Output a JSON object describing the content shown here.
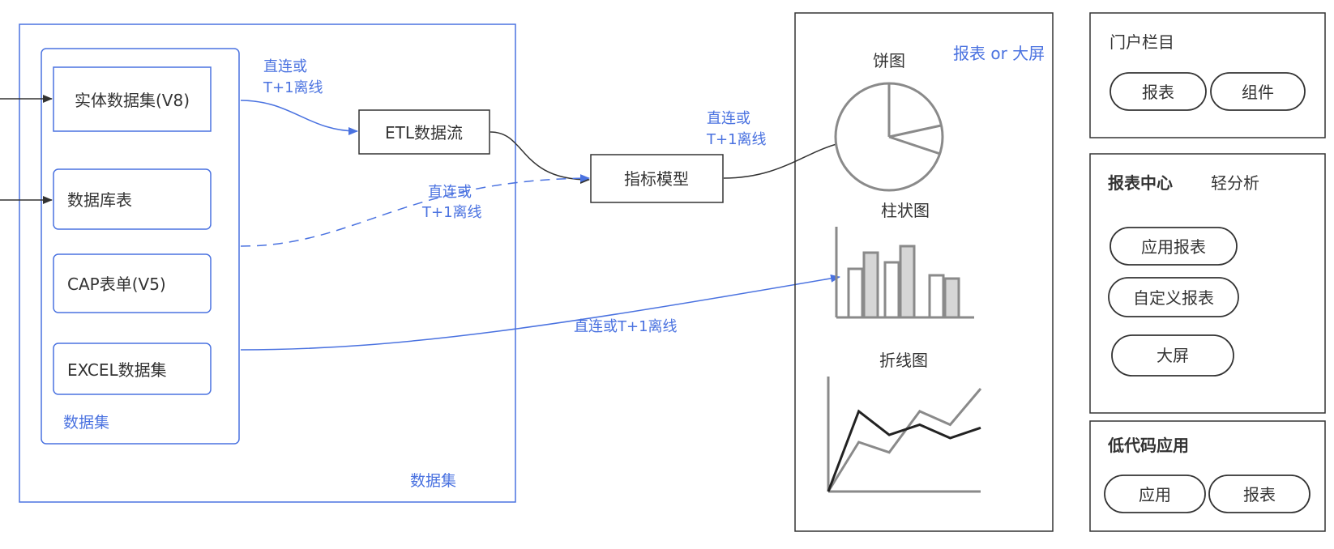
{
  "colors": {
    "accent": "#4a72e0",
    "stroke": "#333333",
    "grey": "#8a8a8a",
    "bar_fill": "#d6d6d6"
  },
  "source_group": {
    "outer_label": "数据集",
    "inner_label": "数据集",
    "items": [
      "实体数据集(V8)",
      "数据库表",
      "CAP表单(V5)",
      "EXCEL数据集"
    ]
  },
  "etl_box": "ETL数据流",
  "metric_model": "指标模型",
  "edge_labels": {
    "entity_to_etl": [
      "直连或",
      "T+1离线"
    ],
    "etl_to_model": [
      "直连或",
      "T+1离线"
    ],
    "db_to_model": [
      "直连或",
      "T+1离线"
    ],
    "excel_to_chart": "直连或T+1离线"
  },
  "report_panel": {
    "title": "报表 or 大屏",
    "pie_label": "饼图",
    "bar_label": "柱状图",
    "line_label": "折线图"
  },
  "portal_panel": {
    "title": "门户栏目",
    "buttons": [
      "报表",
      "组件"
    ]
  },
  "report_center_panel": {
    "title": "报表中心",
    "subtitle": "轻分析",
    "buttons": [
      "应用报表",
      "自定义报表",
      "大屏"
    ]
  },
  "lowcode_panel": {
    "title": "低代码应用",
    "buttons": [
      "应用",
      "报表"
    ]
  },
  "bar_sketch_values": [
    0.6,
    0.8,
    0.68,
    0.88,
    0.52,
    0.48
  ],
  "line_sketch": {
    "dark": [
      0,
      0.78,
      0.55,
      0.65,
      0.52,
      0.62
    ],
    "grey": [
      0,
      0.48,
      0.38,
      0.78,
      0.65,
      1.0
    ]
  }
}
